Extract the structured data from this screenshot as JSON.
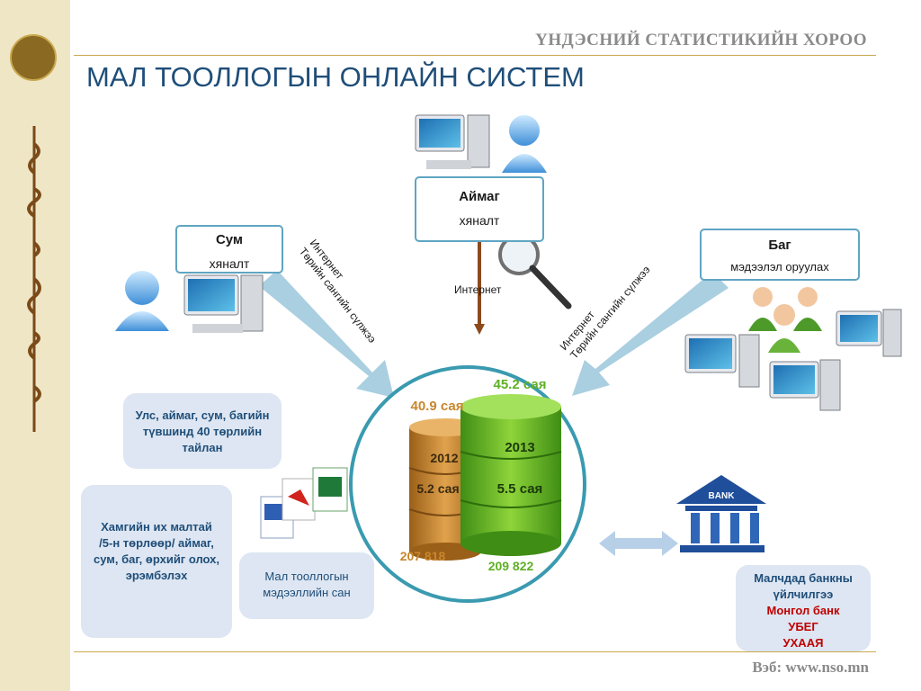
{
  "header": {
    "org_name": "ҮНДЭСНИЙ СТАТИСТИКИЙН ХОРОО",
    "logo_text": "ҮНДЭСНИЙ СТАТИСТИК",
    "title": "МАЛ ТООЛЛОГЫН ОНЛАЙН СИСТЕМ",
    "website": "Вэб: www.nso.mn"
  },
  "nodes": {
    "aimag": {
      "title": "Аймаг",
      "subtitle": "хяналт"
    },
    "sum": {
      "title": "Сум",
      "subtitle": "хяналт"
    },
    "bag": {
      "title": "Баг",
      "subtitle": "мэдээлэл оруулах"
    }
  },
  "links": {
    "left": [
      "Интернет",
      "Төрийн сангийн сүлжээ"
    ],
    "center": "Интернет",
    "right": [
      "Интернет",
      "Төрийн сангийн сүлжээ"
    ]
  },
  "databases": {
    "db2012": {
      "year": "2012",
      "total": "40.9 сая",
      "mid": "5.2 сая",
      "count": "207 818",
      "color": "#c8862c"
    },
    "db2013": {
      "year": "2013",
      "total": "45.2 сая",
      "mid": "5.5 сая",
      "count": "209 822",
      "color": "#5fb025"
    }
  },
  "bubbles": {
    "reports": "Улс, аймаг, сум, багийн түвшинд 40 төрлийн тайлан",
    "ranking": "Хамгийн их малтай /5-н төрлөөр/ аймаг, сум, баг, өрхийг олох, эрэмбэлэх",
    "database": "Мал тооллогын мэдээллийн сан"
  },
  "bank": {
    "sign": "BANK",
    "service": "Малчдад банкны үйлчилгээ",
    "banks": [
      "Монгол банк",
      "УБЕГ",
      "УХААЯ"
    ]
  },
  "colors": {
    "title": "#1f4e79",
    "accent": "#5fa5c2",
    "bank_red": "#c00000",
    "arrow": "#a9cfe0"
  }
}
